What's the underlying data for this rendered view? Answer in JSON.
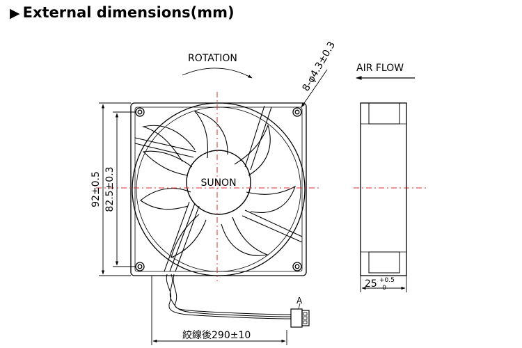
{
  "title": "External dimensions(mm)",
  "title_marker": "▶",
  "labels": {
    "rotation": "ROTATION",
    "air_flow": "AIR FLOW",
    "brand": "SUNON",
    "hole_spec": "8-φ4.3±0.3",
    "outer_dimension": "92±0.5",
    "hole_pitch": "82.5±0.3",
    "thickness_base": "25",
    "thickness_tol_plus": "+0.5",
    "thickness_tol_minus": "-0",
    "connector": "A",
    "lead_length": "絞線後290±10"
  },
  "colors": {
    "line": "#000000",
    "centerline": "#d9302c"
  }
}
